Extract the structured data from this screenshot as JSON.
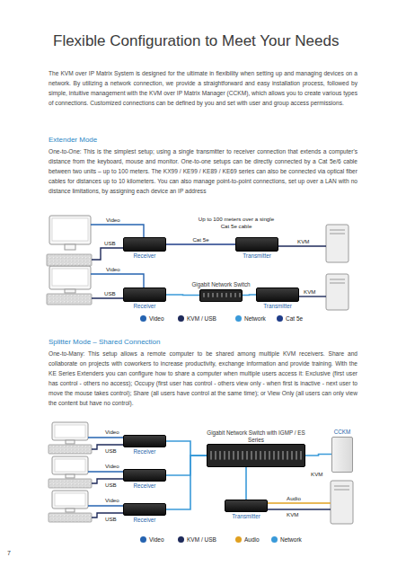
{
  "diagram": {
    "title": "Flexible Configuration to Meet Your Needs",
    "nodes": [
      {
        "text": [
          "Receiver"
        ]
      },
      {
        "text": [
          "Transmitter"
        ]
      },
      {
        "text": [
          "Gigabit Network Switch"
        ]
      },
      {
        "text": [
          "Receiver"
        ]
      },
      {
        "text": [
          "Transmitter"
        ]
      },
      {
        "text": [
          "Gigabit Network Switch with IGMP / ES Series"
        ]
      },
      {
        "text": [
          "CCKM"
        ]
      },
      {
        "text": [
          "Receiver"
        ]
      },
      {
        "text": [
          "Receiver"
        ]
      },
      {
        "text": [
          "Receiver"
        ]
      },
      {
        "text": [
          "Transmitter"
        ]
      }
    ],
    "edges": [
      {
        "from": 0,
        "to": 1,
        "label": "Cat 5e",
        "arrow": "none"
      },
      {
        "from": 3,
        "to": 2,
        "arrow": "none"
      },
      {
        "from": 2,
        "to": 4,
        "arrow": "none"
      },
      {
        "from": 7,
        "to": 5,
        "arrow": "none"
      },
      {
        "from": 8,
        "to": 5,
        "arrow": "none"
      },
      {
        "from": 9,
        "to": 5,
        "arrow": "none"
      },
      {
        "from": 5,
        "to": 10,
        "arrow": "none"
      },
      {
        "from": 5,
        "to": 6,
        "arrow": "none"
      }
    ],
    "labels": [
      "The KVM over IP Matrix System is designed for the ultimate in flexibility when setting up and managing devices on a network. By utilizing a network connection, we provide a straightforward and easy installation process, followed by simple, intuitive management with the KVM over IP Matrix Manager (CCKM), which allows you to create various types of connections. Customized connections can be defined by you and set with user and group access permissions.",
      "Extender Mode",
      "One-to-One: This is the simplest setup; using a single transmitter to receiver connection that extends a computer's distance from the keyboard, mouse and monitor. One-to-one setups can be directly connected by a Cat 5e/6 cable between two units – up to 100 meters. The KX99 / KE99 / KE89 / KE69 series can also be connected via optical fiber cables for distances up to 10 kilometers. You can also manage point-to-point connections, set up over a LAN with no distance limitations, by assigning each device an IP address",
      "Video",
      "Up to 100 meters over a single Cat 5e cable",
      "USB",
      "KVM",
      "Video",
      "USB",
      "KVM",
      "Splitter Mode – Shared Connection",
      "One-to-Many: This setup allows a remote computer to be shared among multiple KVM receivers. Share and collaborate on projects with coworkers to increase productivity, exchange information and provide training. With the KE Series Extenders you can configure how to share a computer when multiple users access it: Exclusive (first user has control - others no access); Occupy (first user has control - others view only - when first is inactive - next user to move the mouse takes control); Share (all users have control at the same time); or View Only (all users can only view the content but have no control).",
      "KVM",
      "Video",
      "USB",
      "Video",
      "USB",
      "Video",
      "USB",
      "Audio",
      "KVM",
      "7"
    ],
    "legend": [
      {
        "text": "Video",
        "color": "#2563b0"
      },
      {
        "text": "KVM / USB",
        "color": "#1e2a5a"
      },
      {
        "text": "Network",
        "color": "#3a9ad9"
      },
      {
        "text": "Cat 5e",
        "color": "#1f3c88"
      },
      {
        "text": "Video",
        "color": "#2563b0"
      },
      {
        "text": "KVM / USB",
        "color": "#1e2a5a"
      },
      {
        "text": "Audio",
        "color": "#e0a020"
      },
      {
        "text": "Network",
        "color": "#3a9ad9"
      }
    ]
  }
}
